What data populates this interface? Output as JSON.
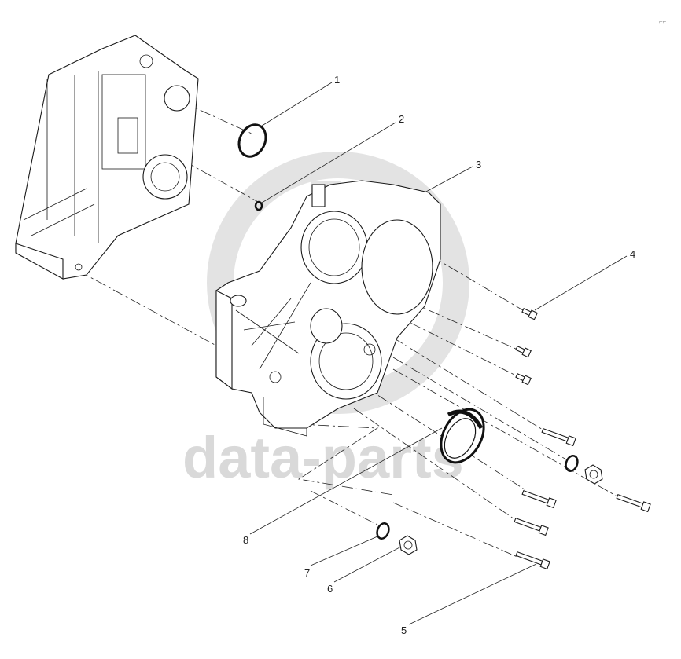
{
  "watermark": {
    "text": "data-parts",
    "color": "#d9d9d9"
  },
  "corner_mark": "⌐⌐",
  "callouts": [
    {
      "id": "1",
      "label": "1"
    },
    {
      "id": "2",
      "label": "2"
    },
    {
      "id": "3",
      "label": "3"
    },
    {
      "id": "4",
      "label": "4"
    },
    {
      "id": "5",
      "label": "5"
    },
    {
      "id": "6",
      "label": "6"
    },
    {
      "id": "7",
      "label": "7"
    },
    {
      "id": "8",
      "label": "8"
    }
  ],
  "parts": [
    {
      "callout": "1",
      "icon": "o-ring-icon"
    },
    {
      "callout": "2",
      "icon": "small-o-ring-icon"
    },
    {
      "callout": "3",
      "icon": "gear-housing-icon"
    },
    {
      "callout": "4",
      "icon": "flange-bolt-icon"
    },
    {
      "callout": "5",
      "icon": "long-bolt-icon"
    },
    {
      "callout": "6",
      "icon": "plug-icon"
    },
    {
      "callout": "7",
      "icon": "seal-ring-icon"
    },
    {
      "callout": "8",
      "icon": "oil-seal-icon"
    }
  ]
}
